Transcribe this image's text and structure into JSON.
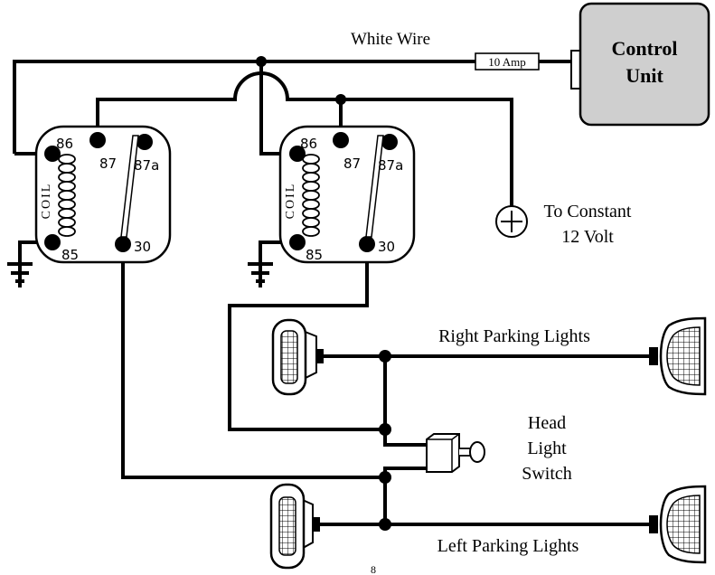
{
  "labels": {
    "white_wire": "White Wire",
    "fuse": "10 Amp",
    "control_unit_line1": "Control",
    "control_unit_line2": "Unit",
    "constant_line1": "To Constant",
    "constant_line2": "12 Volt",
    "right_parking": "Right Parking Lights",
    "left_parking": "Left Parking Lights",
    "switch_line1": "Head",
    "switch_line2": "Light",
    "switch_line3": "Switch",
    "page_number": "8"
  },
  "relay_left": {
    "pin86": "86",
    "pin87": "87",
    "pin87a": "87a",
    "pin85": "85",
    "pin30": "30",
    "coil": "COIL"
  },
  "relay_right": {
    "pin86": "86",
    "pin87": "87",
    "pin87a": "87a",
    "pin85": "85",
    "pin30": "30",
    "coil": "COIL"
  },
  "colors": {
    "control_unit_fill": "#cfcfcf",
    "wire": "#000000"
  }
}
